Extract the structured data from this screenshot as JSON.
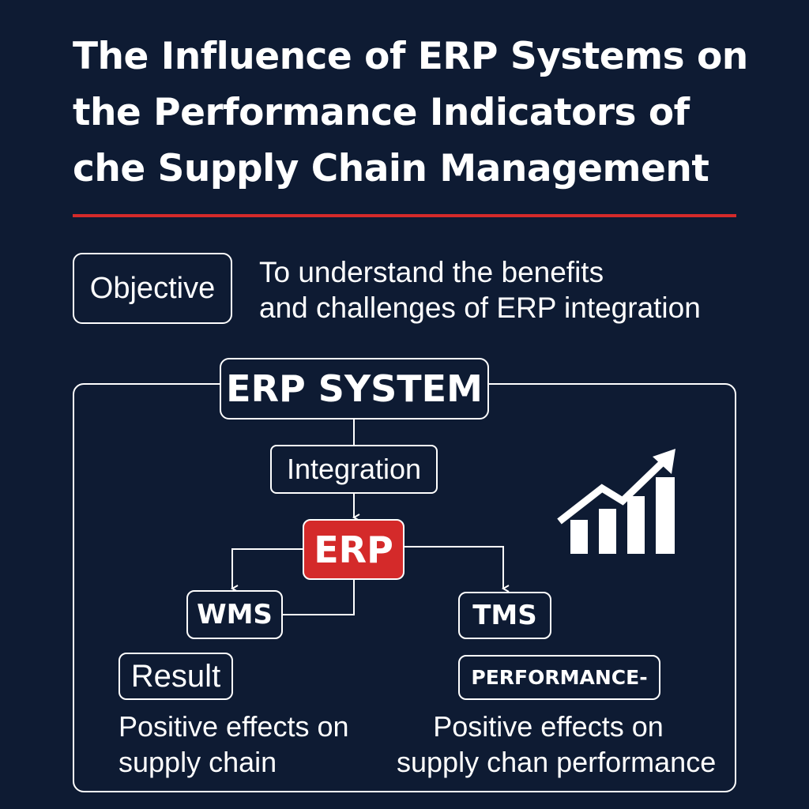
{
  "header": {
    "title_lines": [
      "The Influence of ERP Systems on",
      "the Performance Indicators of",
      "che Supply Chain Management"
    ]
  },
  "objective": {
    "label": "Objective",
    "text_lines": [
      "To understand the benefits",
      "and challenges of ERP integration"
    ]
  },
  "diagram": {
    "erp_system": "ERP SYSTEM",
    "integration": "Integration",
    "erp": "ERP",
    "wms": "WMS",
    "tms": "TMS",
    "result": "Result",
    "performance": "PERFORMANCE-",
    "result_effect_lines": [
      "Positive effects on",
      "supply chain"
    ],
    "performance_effect_lines": [
      "Positive effects on",
      "supply chan performance"
    ],
    "icon": "growth-chart-icon"
  },
  "colors": {
    "background": "#0e1b33",
    "accent": "#d42a2a",
    "foreground": "#ffffff"
  }
}
